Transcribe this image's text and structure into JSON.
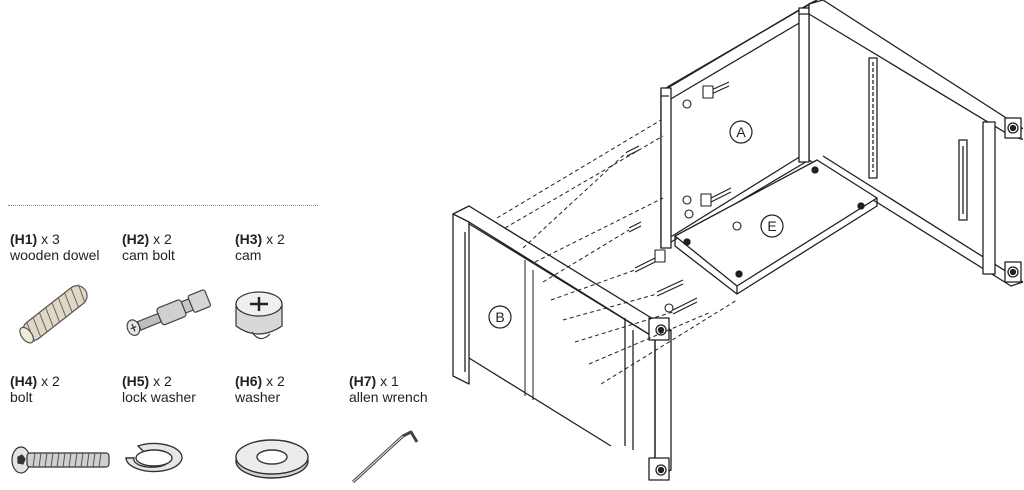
{
  "hardware": [
    {
      "code": "(H1)",
      "qty": "x 3",
      "name": "wooden dowel",
      "icon": "wooden-dowel-icon"
    },
    {
      "code": "(H2)",
      "qty": "x 2",
      "name": "cam bolt",
      "icon": "cam-bolt-icon"
    },
    {
      "code": "(H3)",
      "qty": "x 2",
      "name": "cam",
      "icon": "cam-icon"
    },
    {
      "code": "(H4)",
      "qty": "x 2",
      "name": "bolt",
      "icon": "bolt-icon"
    },
    {
      "code": "(H5)",
      "qty": "x 2",
      "name": "lock washer",
      "icon": "lock-washer-icon"
    },
    {
      "code": "(H6)",
      "qty": "x 2",
      "name": "washer",
      "icon": "washer-icon"
    },
    {
      "code": "(H7)",
      "qty": "x 1",
      "name": "allen wrench",
      "icon": "allen-wrench-icon"
    }
  ],
  "diagram": {
    "panel_labels": [
      "A",
      "B",
      "E"
    ]
  }
}
